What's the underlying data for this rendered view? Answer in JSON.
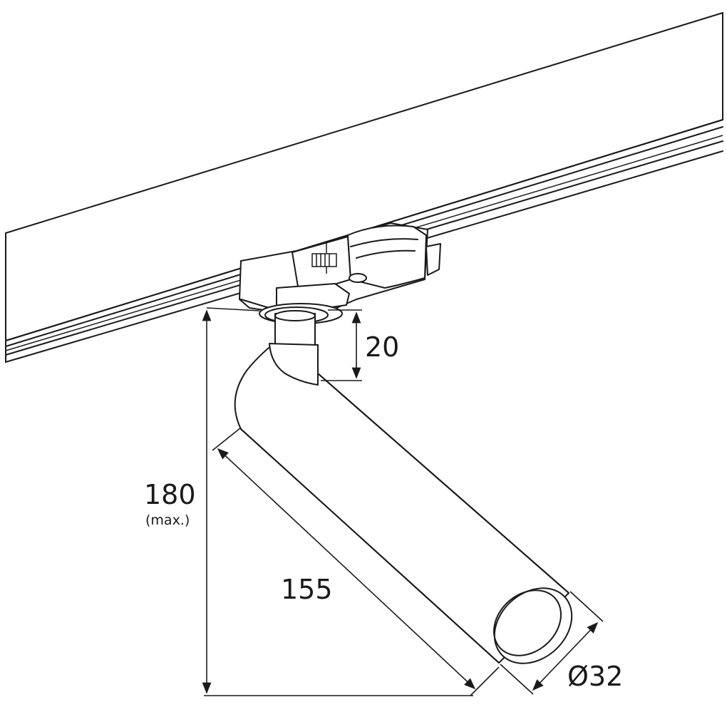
{
  "dimensions": {
    "height_label": "180",
    "height_note": "(max.)",
    "length_label": "155",
    "diameter_label": "Ø32",
    "stem_label": "20"
  }
}
